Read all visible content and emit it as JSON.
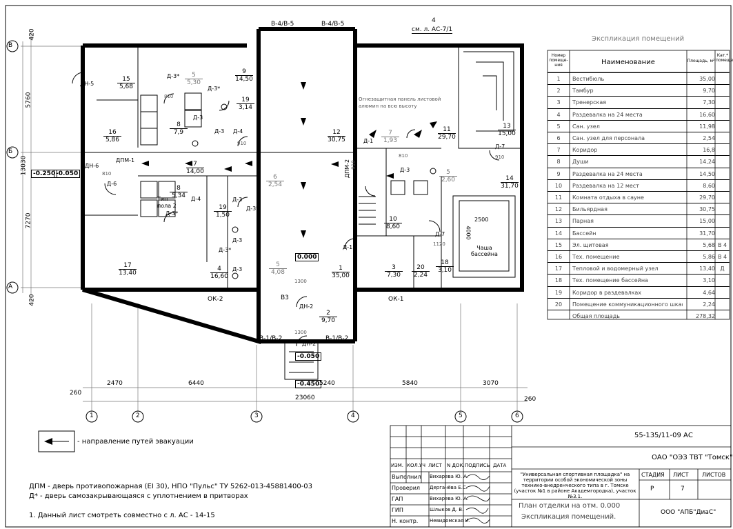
{
  "axes_h": {
    "B": "В",
    "Bb": "Б",
    "A": "А"
  },
  "axes_v": [
    "1",
    "2",
    "3",
    "4",
    "5",
    "6"
  ],
  "dims_bottom": [
    "2470",
    "6440",
    "5240",
    "5840",
    "3070"
  ],
  "dim_total": "23060",
  "dim_edge": "260",
  "dims_left": [
    "420",
    "5760",
    "13030",
    "7270",
    "420"
  ],
  "levels": {
    "left1": "-0.250",
    "left2": "-0.050",
    "center": "0.000",
    "porch": "-0.050",
    "steps": "-0.450"
  },
  "windows": {
    "top1": "В-4/В-5",
    "top2": "В-4/В-5",
    "bot1": "В-1/В-2",
    "bot2": "В-1/В-2",
    "ok2": "ОК-2",
    "ok1": "ОК-1",
    "v3": "В3"
  },
  "ref_note": {
    "num": "4",
    "text": "см. л. АС-7/1"
  },
  "panel_note": "Огнезащитная панель листовой алюмин на всю высоту",
  "pool_label": "Чаша бассейна",
  "pool_dims": {
    "w": "2500",
    "h": "4000"
  },
  "tip_floor": "Тип пола 2",
  "doors": [
    "ДН-5",
    "ДН-6",
    "ДПМ-1",
    "Д-6",
    "Д-3*",
    "Д-3*",
    "Д-3",
    "Д-3",
    "Д-4",
    "Д-4",
    "Д-3*",
    "Д-3",
    "Д-3",
    "Д-3",
    "Д-3*",
    "Д-3*",
    "Д-3",
    "Д-1",
    "Д-1",
    "ДПМ-2",
    "Д-7",
    "Д-7",
    "ДН-2",
    "ДН-2",
    "810",
    "810",
    "810",
    "910",
    "910",
    "1300",
    "1300",
    "1120",
    "910"
  ],
  "rooms": [
    {
      "n": "1",
      "a": "35,00"
    },
    {
      "n": "2",
      "a": "9,70"
    },
    {
      "n": "3",
      "a": "7,30"
    },
    {
      "n": "4",
      "a": "16,60"
    },
    {
      "n": "5",
      "a": "5,30"
    },
    {
      "n": "5",
      "a": "2,60"
    },
    {
      "n": "5",
      "a": "4,08"
    },
    {
      "n": "6",
      "a": "2,54"
    },
    {
      "n": "7",
      "a": "14,00"
    },
    {
      "n": "7",
      "a": "1,93"
    },
    {
      "n": "8",
      "a": "7,9"
    },
    {
      "n": "8",
      "a": "5,34"
    },
    {
      "n": "9",
      "a": "14,50"
    },
    {
      "n": "10",
      "a": "8,60"
    },
    {
      "n": "11",
      "a": "29,70"
    },
    {
      "n": "12",
      "a": "30,75"
    },
    {
      "n": "13",
      "a": "15,00"
    },
    {
      "n": "14",
      "a": "31,70"
    },
    {
      "n": "15",
      "a": "5,68"
    },
    {
      "n": "16",
      "a": "5,86"
    },
    {
      "n": "17",
      "a": "13,40"
    },
    {
      "n": "18",
      "a": "3,10"
    },
    {
      "n": "19",
      "a": "3,14"
    },
    {
      "n": "19",
      "a": "1,50"
    },
    {
      "n": "20",
      "a": "2,24"
    }
  ],
  "legend": {
    "arrow_text": "- направление путей эвакуации"
  },
  "notes": [
    "ДПМ - дверь противопожарная (EI 30), НПО \"Пульс\" ТУ 5262-013-45881400-03",
    "Д* - дверь самозакрывающаяся с уплотнением в притворах",
    "1. Данный лист смотреть совместно с л. АС - 14-15"
  ],
  "explication": {
    "title": "Экспликация помещений",
    "headers": [
      "Номер помеще-ния",
      "Наименование",
      "Площадь, м²",
      "Кат.* помещения"
    ],
    "rows": [
      [
        "1",
        "Вестибюль",
        "35,00",
        ""
      ],
      [
        "2",
        "Тамбур",
        "9,70",
        ""
      ],
      [
        "3",
        "Тренерская",
        "7,30",
        ""
      ],
      [
        "4",
        "Раздевалка на 24 места",
        "16,60",
        ""
      ],
      [
        "5",
        "Сан. узел",
        "11,98",
        ""
      ],
      [
        "6",
        "Сан. узел для персонала",
        "2,54",
        ""
      ],
      [
        "7",
        "Коридор",
        "16,8",
        ""
      ],
      [
        "8",
        "Души",
        "14,24",
        ""
      ],
      [
        "9",
        "Раздевалка на 24 места",
        "14,50",
        ""
      ],
      [
        "10",
        "Раздевалка на 12 мест",
        "8,60",
        ""
      ],
      [
        "11",
        "Комната отдыха в сауне",
        "29,70",
        ""
      ],
      [
        "12",
        "Бильярдная",
        "30,75",
        ""
      ],
      [
        "13",
        "Парная",
        "15,00",
        ""
      ],
      [
        "14",
        "Бассейн",
        "31,70",
        ""
      ],
      [
        "15",
        "Эл. щитовая",
        "5,68",
        "В 4"
      ],
      [
        "16",
        "Тех. помещение",
        "5,86",
        "В 4"
      ],
      [
        "17",
        "Тепловой и водомерный узел",
        "13,40",
        "Д"
      ],
      [
        "18",
        "Тех. помещение бассейна",
        "3,10",
        ""
      ],
      [
        "19",
        "Коридор в раздевалках",
        "4,64",
        ""
      ],
      [
        "20",
        "Помещение коммуникационного шкафа",
        "2,24",
        ""
      ]
    ],
    "total_label": "Общая площадь",
    "total_value": "278,32"
  },
  "stamp": {
    "code": "55-135/11-09 АС",
    "client": "ОАО \"ОЭЗ ТВТ \"Томск\"",
    "project": "\"Универсальная спортивная площадка\" на территории особой экономической зоны технико-внедренческого типа в г. Томске (участок №1 в районе Академгородка), участок №3.1.",
    "sheet_title_1": "План отделки на отм. 0.000",
    "sheet_title_2": "Экспликация помещений.",
    "org": "ООО \"АПБ\"ДиаС\"",
    "stage_h": "СТАДИЯ",
    "sheet_h": "ЛИСТ",
    "sheets_h": "ЛИСТОВ",
    "stage": "Р",
    "sheet": "7",
    "cols": [
      "ИЗМ.",
      "КОЛ.УЧ",
      "ЛИСТ",
      "N ДОК.",
      "ПОДПИСЬ",
      "ДАТА"
    ],
    "people": [
      {
        "role": "Выполнил",
        "name": "Вихарева Ю. А."
      },
      {
        "role": "Проверил",
        "name": "Дергачёва Е.С."
      },
      {
        "role": "ГАП",
        "name": "Вихарева Ю. А."
      },
      {
        "role": "ГИП",
        "name": "Шлыков Д. В."
      },
      {
        "role": "Н. контр.",
        "name": "Невидомская И."
      }
    ]
  }
}
